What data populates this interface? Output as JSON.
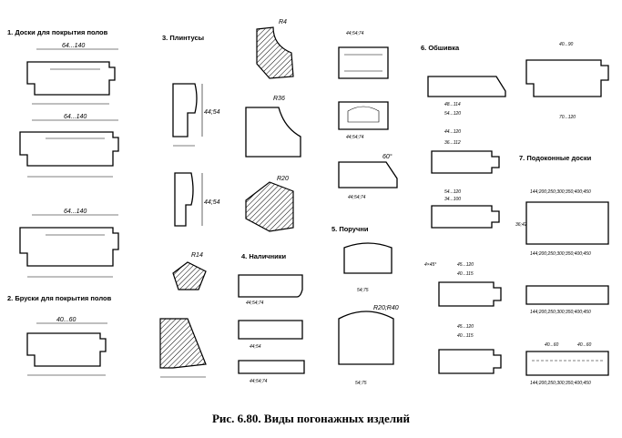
{
  "caption": "Рис. 6.80. Виды погонажных изделий",
  "sections": {
    "floor_boards": "1. Доски для покрытия полов",
    "floor_bars": "2. Бруски для покрытия полов",
    "baseboards": "3. Плинтусы",
    "platbands": "4. Наличники",
    "handrails": "5. Поручни",
    "sheathing": "6. Обшивка",
    "window_boards": "7. Подоконные доски"
  },
  "dims": {
    "fb_w": "64...140",
    "bar_w": "40...60",
    "pl_w": "44;54;74",
    "pl_w2": "44;54;74",
    "pl_w3": "44;54;74",
    "pl_w4": "44;54;74",
    "pl_w5": "44;54;74",
    "bb_h": "44;54",
    "bb_h2": "44;54",
    "hr_w": "54;75",
    "hr_w2": "54;75",
    "hr_r": "R20;R40",
    "sh_w1": "48...114",
    "sh_w2": "54...120",
    "sh_w3": "44...120",
    "sh_w4": "36...112",
    "sh_w5": "54...120",
    "sh_w6": "34...100",
    "sh_w7": "45...120",
    "sh_w8": "40...115",
    "sh_w9": "45...120",
    "sh_w10": "40...115",
    "sh_w11": "40...90",
    "sh_w12": "70...120",
    "wb_1": "144;200;250;300;350;400;450",
    "wb_2": "144;200;250;300;350;400;450",
    "wb_3": "144;200;250;300;350;400;450",
    "wb_4": "144;200;250;300;350;400;450",
    "wb_5": "40...60",
    "wb_6": "40...60",
    "wb_h": "36;42",
    "r4": "R4",
    "r20": "R20",
    "r36": "R36",
    "r14": "R14",
    "deg60": "60°",
    "deg45": "4×45°"
  }
}
